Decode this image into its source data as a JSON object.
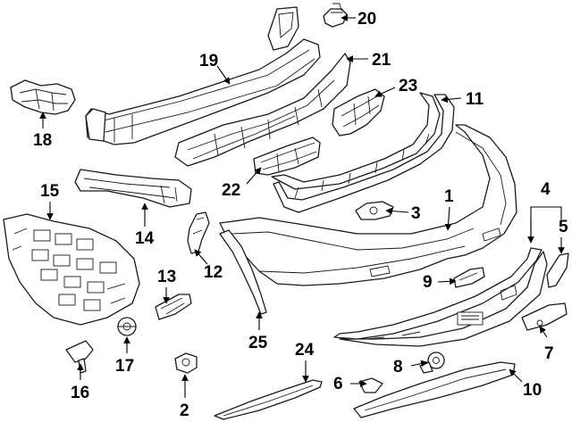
{
  "colors": {
    "line": "#1a1a1a",
    "background": "#ffffff"
  },
  "callouts": [
    {
      "id": "c1",
      "label": "1"
    },
    {
      "id": "c2",
      "label": "2"
    },
    {
      "id": "c3",
      "label": "3"
    },
    {
      "id": "c4",
      "label": "4"
    },
    {
      "id": "c5",
      "label": "5"
    },
    {
      "id": "c6",
      "label": "6"
    },
    {
      "id": "c7",
      "label": "7"
    },
    {
      "id": "c8",
      "label": "8"
    },
    {
      "id": "c9",
      "label": "9"
    },
    {
      "id": "c10",
      "label": "10"
    },
    {
      "id": "c11",
      "label": "11"
    },
    {
      "id": "c12",
      "label": "12"
    },
    {
      "id": "c13",
      "label": "13"
    },
    {
      "id": "c14",
      "label": "14"
    },
    {
      "id": "c15",
      "label": "15"
    },
    {
      "id": "c16",
      "label": "16"
    },
    {
      "id": "c17",
      "label": "17"
    },
    {
      "id": "c18",
      "label": "18"
    },
    {
      "id": "c19",
      "label": "19"
    },
    {
      "id": "c20",
      "label": "20"
    },
    {
      "id": "c21",
      "label": "21"
    },
    {
      "id": "c22",
      "label": "22"
    },
    {
      "id": "c23",
      "label": "23"
    },
    {
      "id": "c24",
      "label": "24"
    },
    {
      "id": "c25",
      "label": "25"
    }
  ]
}
